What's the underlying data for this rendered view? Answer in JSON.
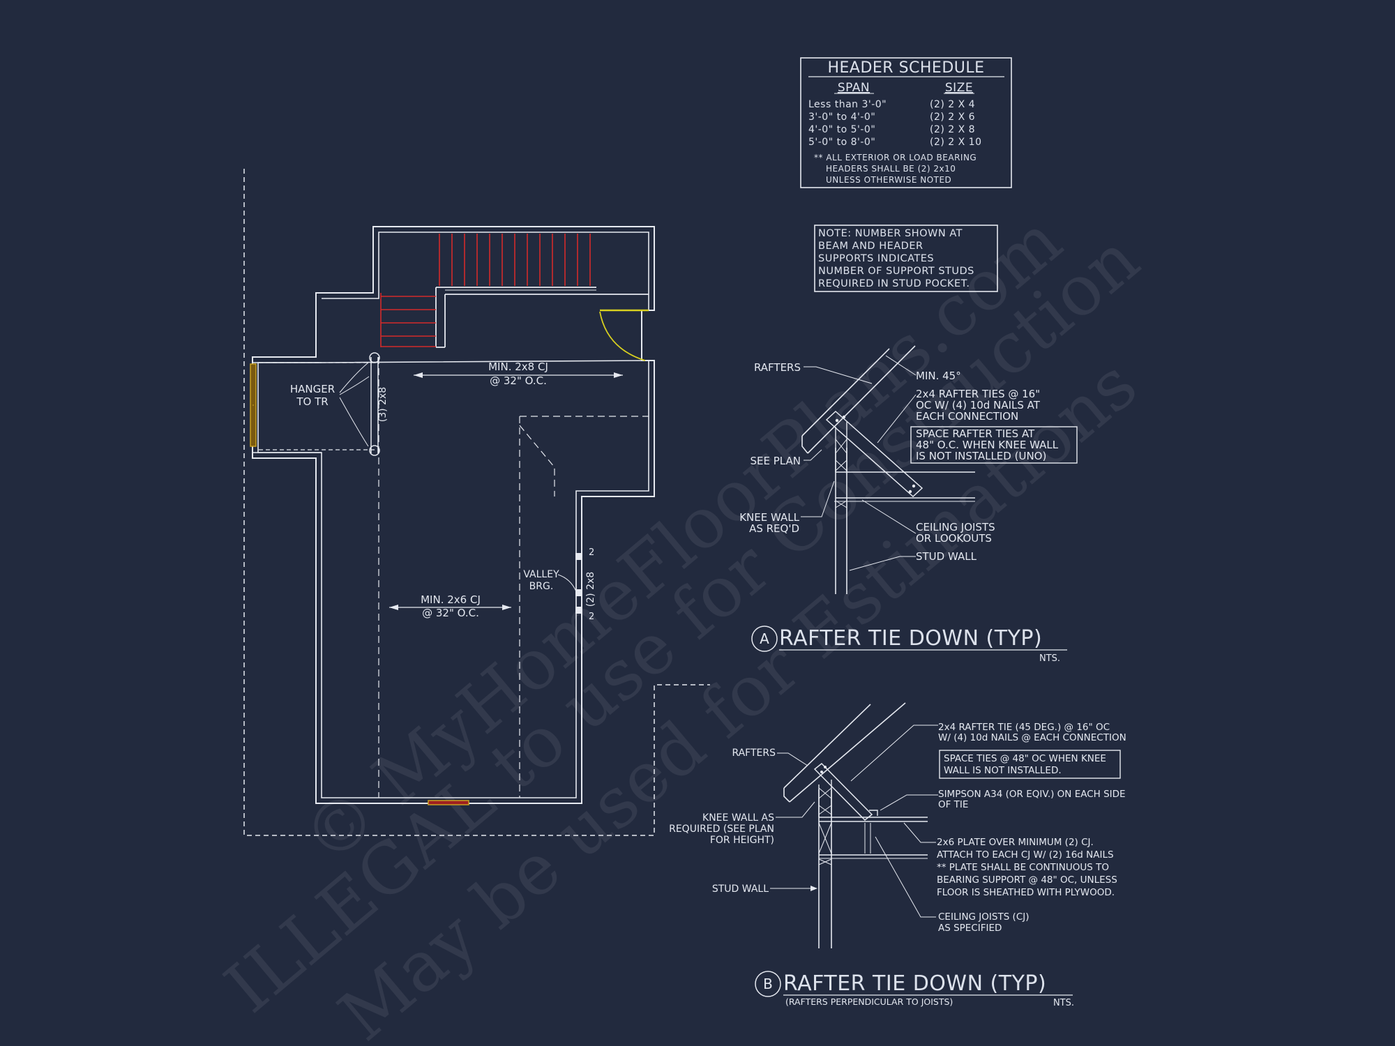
{
  "header_schedule": {
    "title": "HEADER SCHEDULE",
    "col_span": "SPAN",
    "col_size": "SIZE",
    "rows": [
      {
        "span": "Less than 3'-0\"",
        "size": "(2) 2 X 4"
      },
      {
        "span": "3'-0\" to 4'-0\"",
        "size": "(2) 2 X 6"
      },
      {
        "span": "4'-0\" to 5'-0\"",
        "size": "(2) 2 X 8"
      },
      {
        "span": "5'-0\" to 8'-0\"",
        "size": "(2) 2 X 10"
      }
    ],
    "note": [
      "** ALL EXTERIOR OR LOAD BEARING",
      "HEADERS SHALL BE (2) 2x10",
      "UNLESS OTHERWISE NOTED"
    ]
  },
  "support_note": [
    "NOTE: NUMBER SHOWN AT",
    "BEAM AND HEADER",
    "SUPPORTS INDICATES",
    "NUMBER OF SUPPORT STUDS",
    "REQUIRED IN STUD POCKET."
  ],
  "plan": {
    "hanger": [
      "HANGER",
      "TO TR"
    ],
    "beam_label": "(3) 2x8",
    "cj_upper": [
      "MIN. 2x8 CJ",
      "@ 32\" O.C."
    ],
    "cj_lower": [
      "MIN. 2x6 CJ",
      "@ 32\" O.C."
    ],
    "valley": [
      "VALLEY",
      "BRG."
    ],
    "valley_beam": "(2) 2x8",
    "stud_top": "2",
    "stud_bottom": "2"
  },
  "detail_a": {
    "marker": "A",
    "title": "RAFTER TIE DOWN (TYP)",
    "scale": "NTS.",
    "rafters": "RAFTERS",
    "min45": "MIN. 45°",
    "ties": [
      "2x4 RAFTER TIES @ 16\"",
      "OC W/ (4) 10d NAILS AT",
      "EACH CONNECTION"
    ],
    "space": [
      "SPACE RAFTER TIES AT",
      "48\" O.C. WHEN KNEE WALL",
      "IS NOT INSTALLED (UNO)"
    ],
    "see_plan": "SEE PLAN",
    "knee": [
      "KNEE WALL",
      "AS REQ'D"
    ],
    "ceiling": [
      "CEILING JOISTS",
      "OR LOOKOUTS"
    ],
    "stud": "STUD WALL"
  },
  "detail_b": {
    "marker": "B",
    "title": "RAFTER TIE DOWN (TYP)",
    "subtitle": "(RAFTERS PERPENDICULAR TO JOISTS)",
    "scale": "NTS.",
    "rafters": "RAFTERS",
    "tie": [
      "2x4 RAFTER TIE (45 DEG.) @ 16\" OC",
      "W/ (4) 10d NAILS @ EACH CONNECTION"
    ],
    "space": [
      "SPACE TIES @ 48\" OC WHEN KNEE",
      "WALL IS NOT INSTALLED."
    ],
    "simpson": [
      "SIMPSON A34 (OR EQIV.) ON EACH SIDE",
      "OF TIE"
    ],
    "knee": [
      "KNEE WALL AS",
      "REQUIRED (SEE PLAN",
      "FOR HEIGHT)"
    ],
    "plate": [
      "2x6 PLATE OVER MINIMUM (2) CJ.",
      "ATTACH TO EACH CJ W/ (2) 16d NAILS",
      "** PLATE SHALL BE CONTINUOUS TO",
      "BEARING SUPPORT @ 48\" OC, UNLESS",
      "FLOOR IS SHEATHED WITH PLYWOOD."
    ],
    "stud": "STUD WALL",
    "cj": [
      "CEILING JOISTS (CJ)",
      "AS SPECIFIED"
    ]
  },
  "watermark": {
    "line1": "© MyHomeFloorPlans.com",
    "line2": "ILLEGAL to use for Construction",
    "line3": "May be used for Estimations"
  },
  "colors": {
    "background": "#222a3e",
    "lines": "#e6e9f0",
    "stair": "#d32a2a",
    "door": "#d8d020",
    "opening": "#c8a020"
  }
}
